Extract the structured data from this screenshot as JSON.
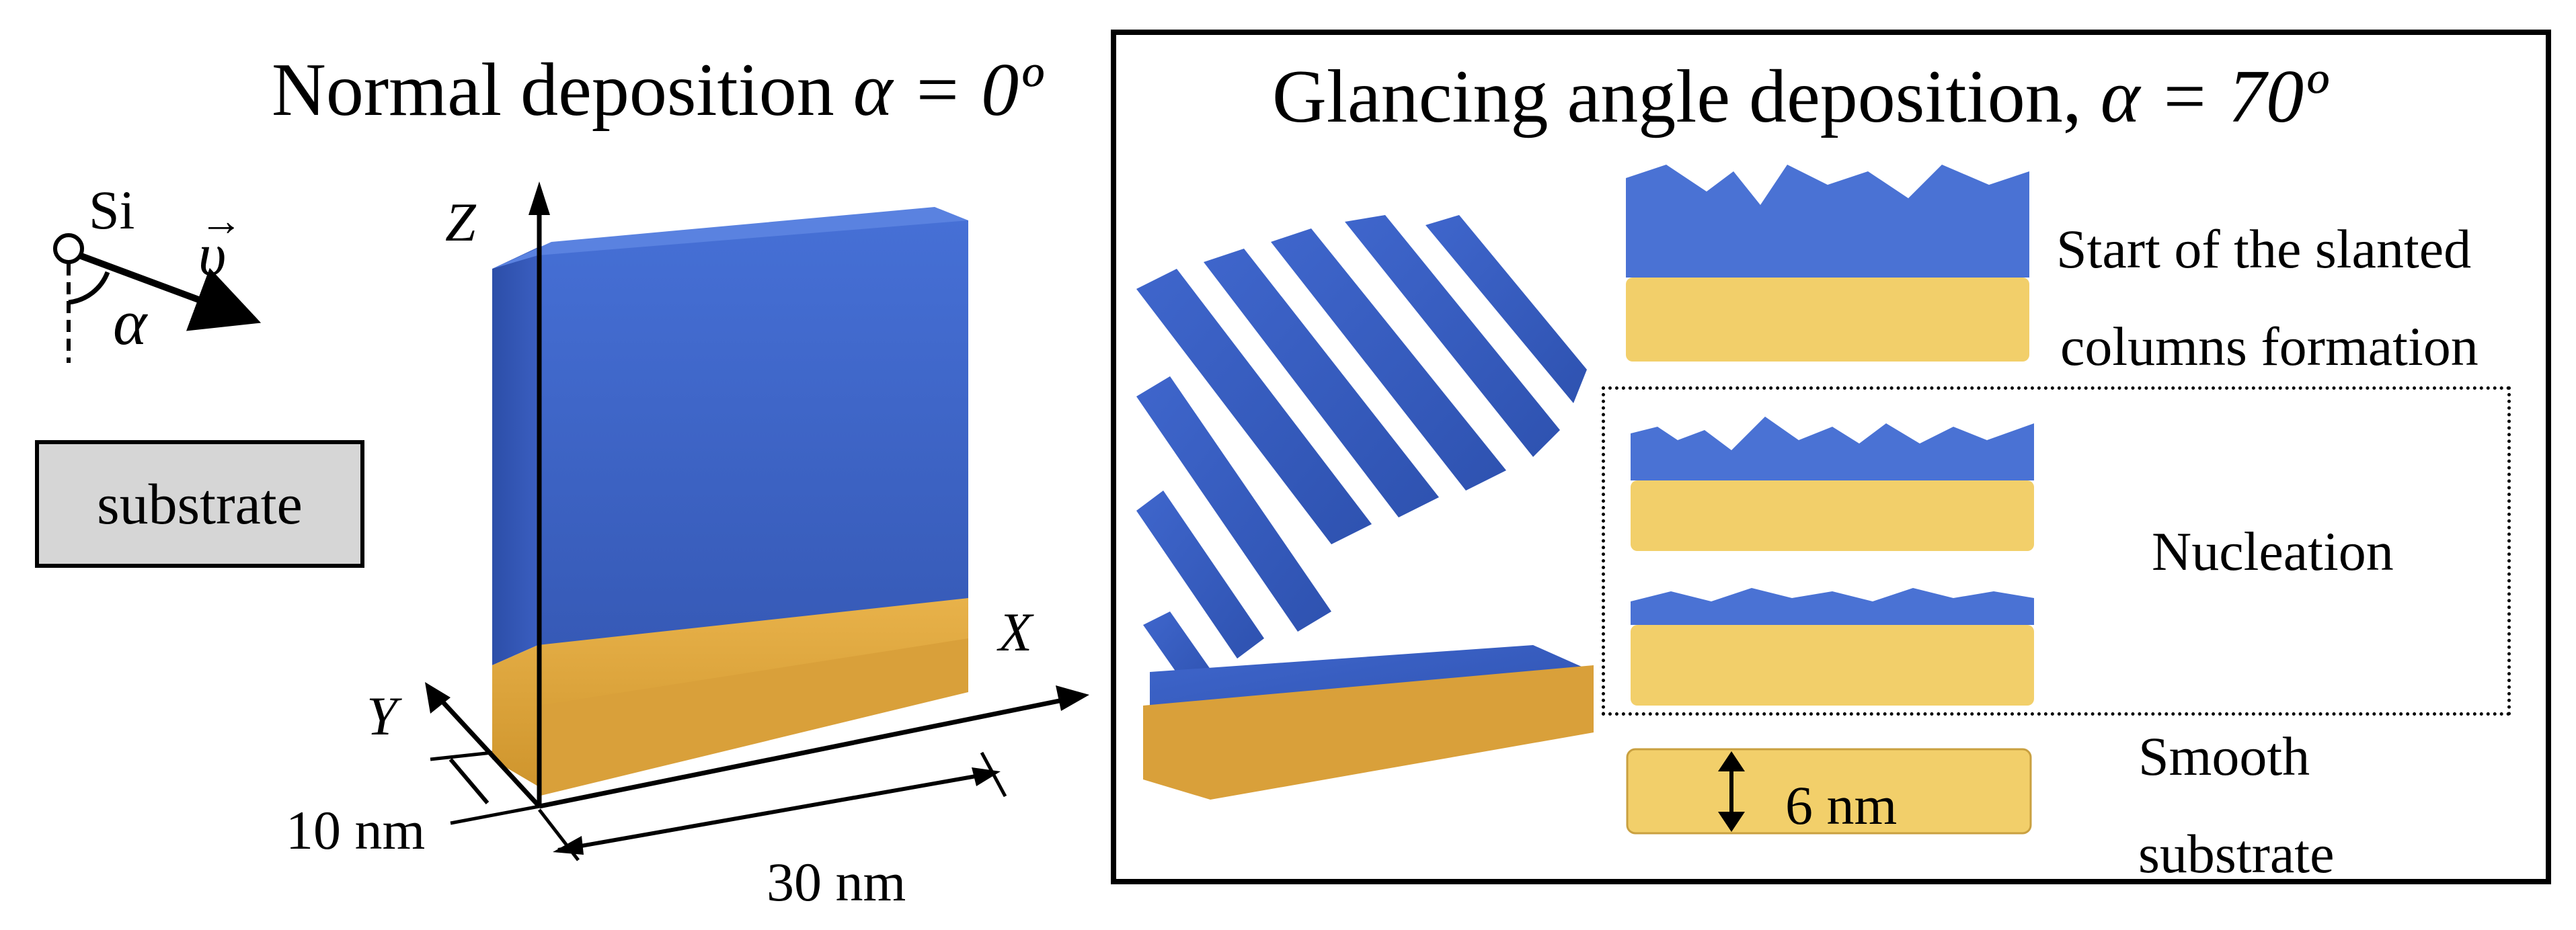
{
  "left_panel": {
    "title": "Normal deposition",
    "title_math": "α = 0º",
    "atom_label": "Si",
    "velocity_label": "υ",
    "angle_label": "α",
    "substrate_label": "substrate",
    "axis_z": "Z",
    "axis_x": "X",
    "axis_y": "Y",
    "dim_depth": "10 nm",
    "dim_width": "30 nm"
  },
  "right_panel": {
    "title": "Glancing angle deposition,",
    "title_math": "α = 70º",
    "stage_1_label_line1": "Start of the slanted",
    "stage_1_label_line2": "columns formation",
    "stage_2_label": "Nucleation",
    "stage_3_label_line1": "Smooth",
    "stage_3_label_line2": "substrate",
    "thickness_label": "6 nm"
  },
  "colors": {
    "film_blue": "#3b62c6",
    "substrate_yellow": "#f2cf6a",
    "substrate_orange": "#d9a03a",
    "substrate_box_fill": "#d6d6d6"
  }
}
